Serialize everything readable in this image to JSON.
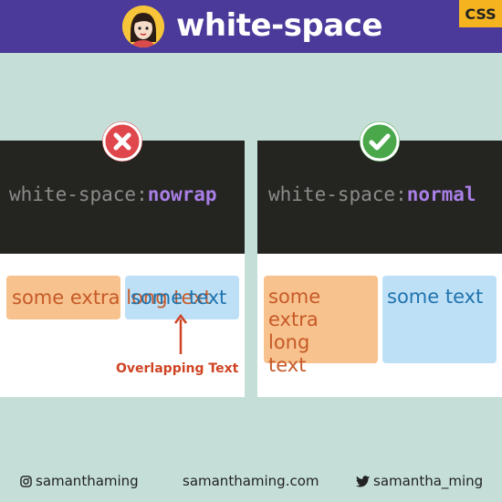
{
  "header": {
    "title": "white-space",
    "badge": "CSS",
    "accent": "#4b3a9a",
    "badge_color": "#f5b320"
  },
  "bad_example": {
    "icon": "close-icon",
    "code_property": "white-space:",
    "code_value": "nowrap",
    "text_orange": "some extra long text",
    "text_blue": "some text",
    "annotation": "Overlapping Text"
  },
  "good_example": {
    "icon": "check-icon",
    "code_property": "white-space:",
    "code_value": "normal",
    "text_orange": "some extra long text",
    "text_blue": "some text"
  },
  "footer": {
    "instagram": "samanthaming",
    "website": "samanthaming.com",
    "twitter": "samantha_ming"
  }
}
